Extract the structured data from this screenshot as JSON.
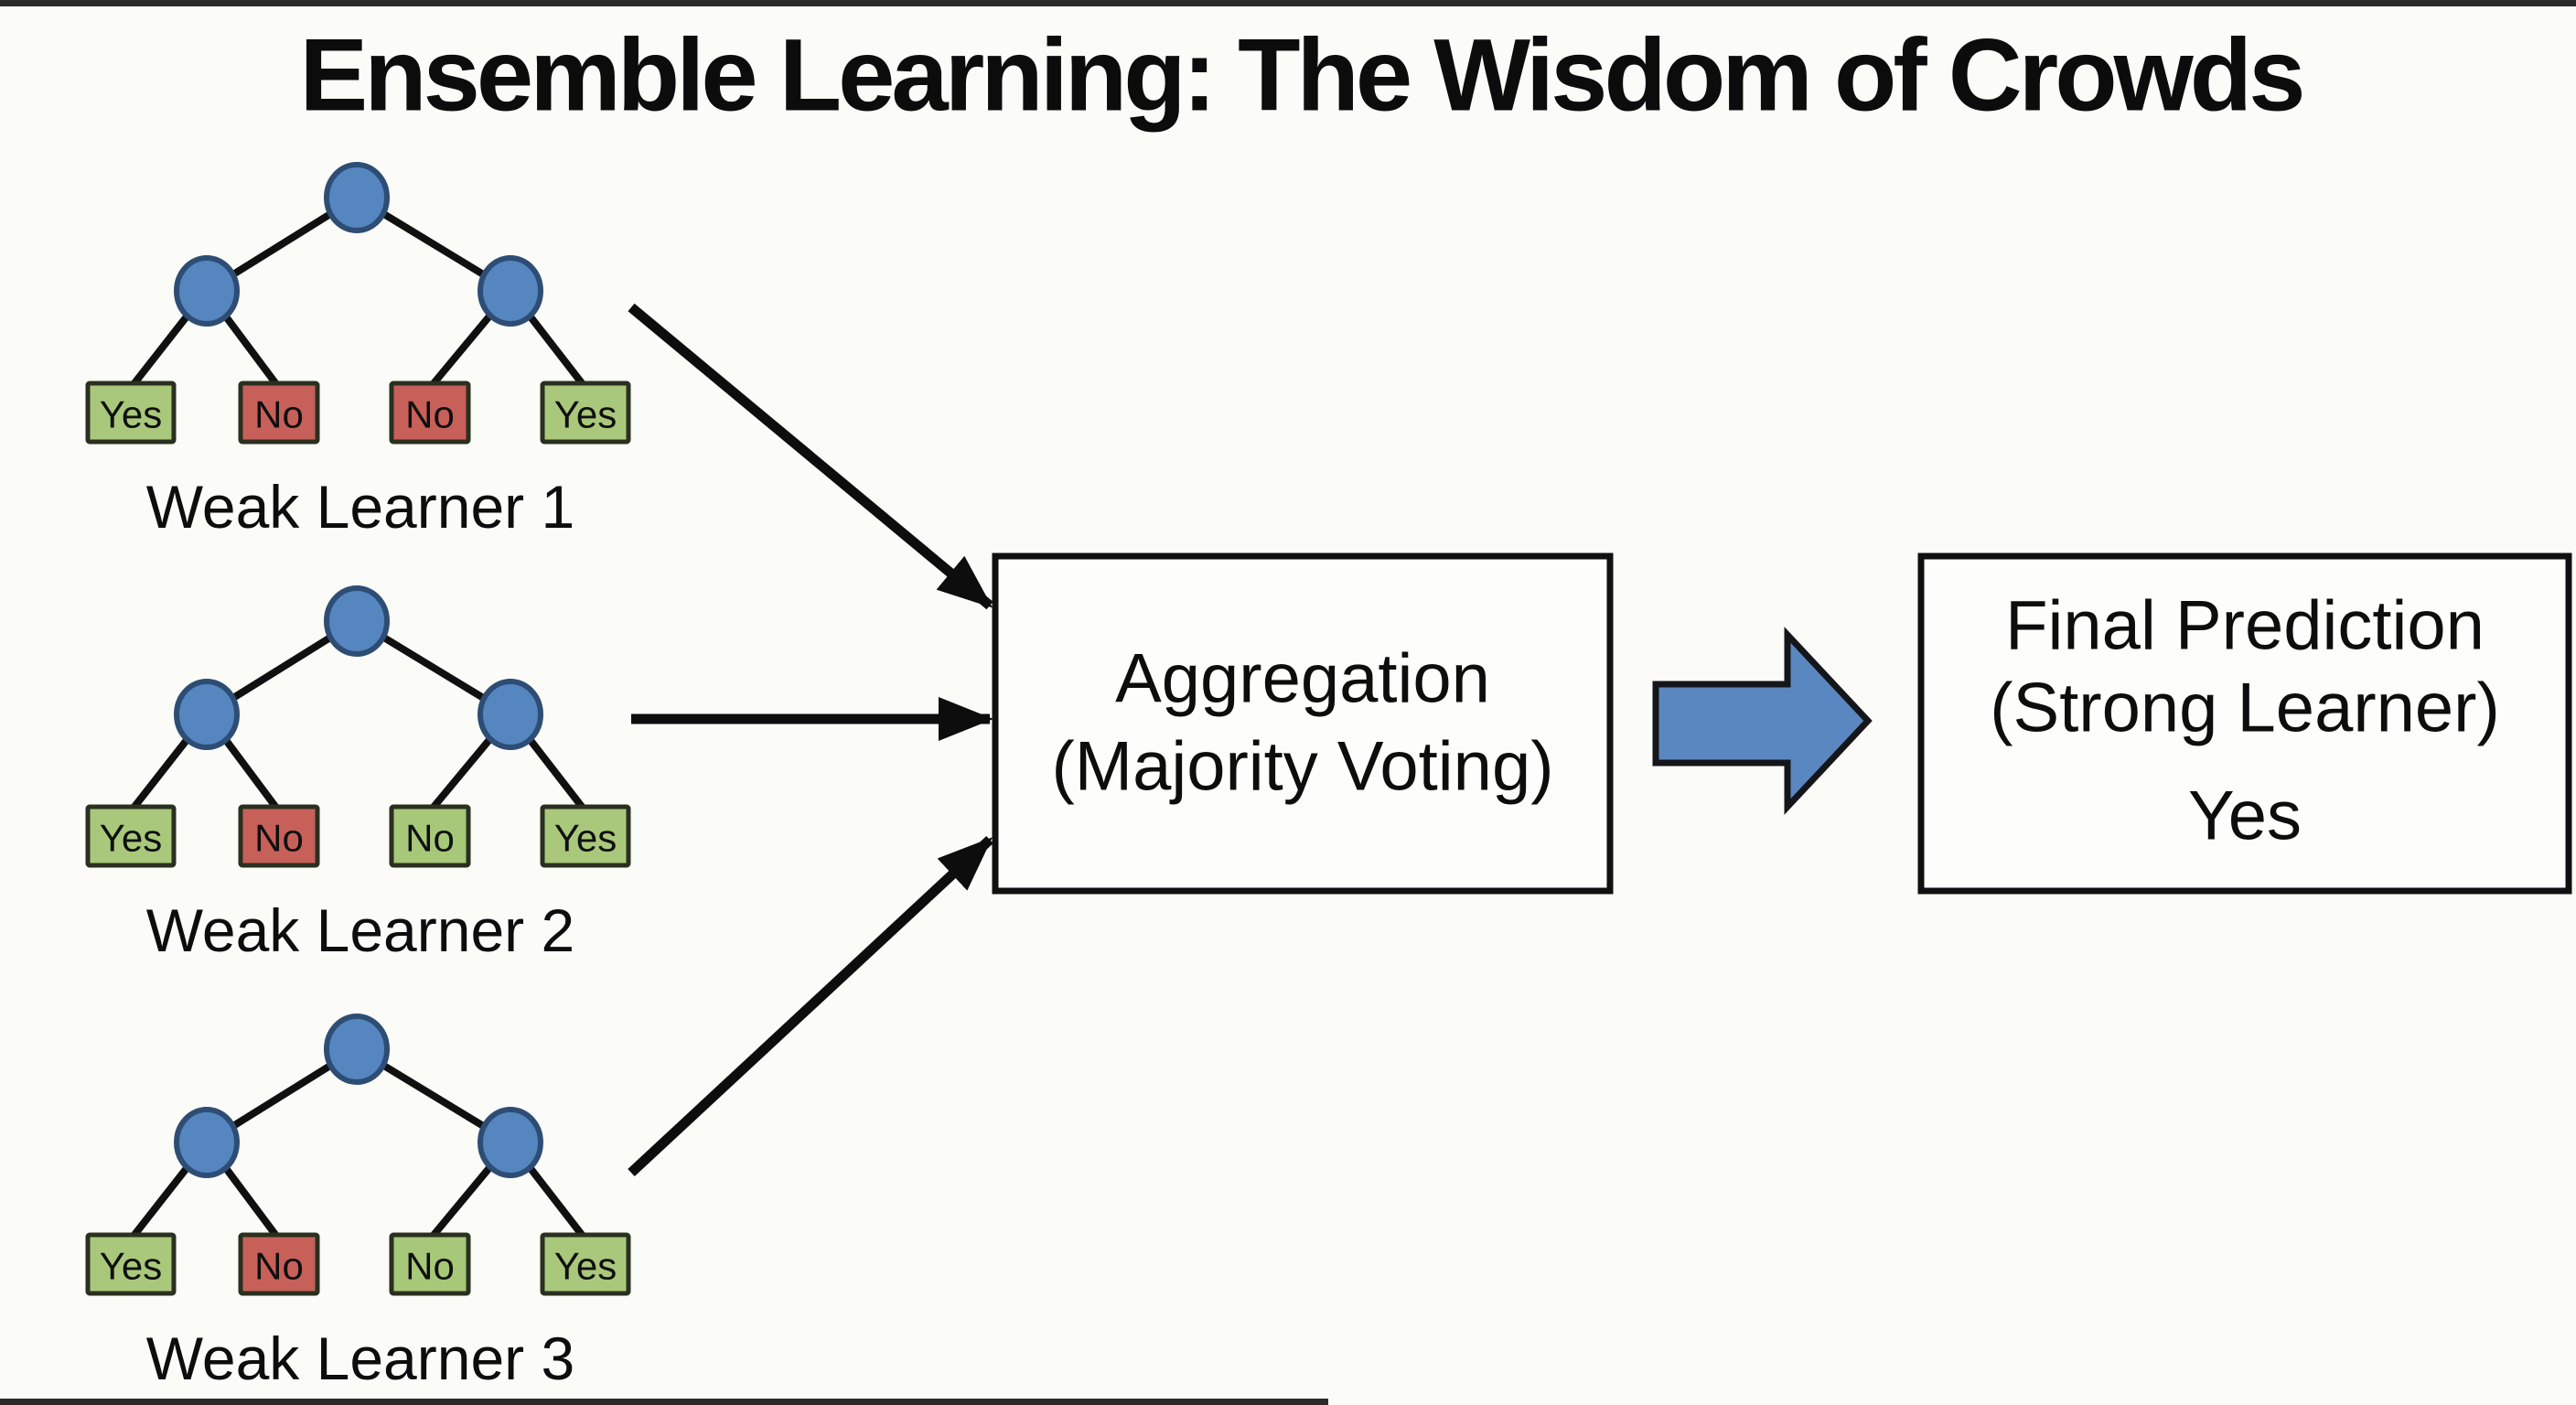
{
  "title": "Ensemble Learning: The Wisdom of Crowds",
  "learners": [
    {
      "label": "Weak Learner 1",
      "leaves": [
        {
          "text": "Yes",
          "fill": "#a9c87b"
        },
        {
          "text": "No",
          "fill": "#c8605a"
        },
        {
          "text": "No",
          "fill": "#c8605a"
        },
        {
          "text": "Yes",
          "fill": "#a9c87b"
        }
      ]
    },
    {
      "label": "Weak Learner 2",
      "leaves": [
        {
          "text": "Yes",
          "fill": "#a9c87b"
        },
        {
          "text": "No",
          "fill": "#c8605a"
        },
        {
          "text": "No",
          "fill": "#a6c878"
        },
        {
          "text": "Yes",
          "fill": "#a9c87b"
        }
      ]
    },
    {
      "label": "Weak Learner 3",
      "leaves": [
        {
          "text": "Yes",
          "fill": "#a9c87b"
        },
        {
          "text": "No",
          "fill": "#c8605a"
        },
        {
          "text": "No",
          "fill": "#a6c878"
        },
        {
          "text": "Yes",
          "fill": "#a9c87b"
        }
      ]
    }
  ],
  "aggregation_box": {
    "line1": "Aggregation",
    "line2": "(Majority Voting)"
  },
  "final_box": {
    "line1": "Final Prediction",
    "line2": "(Strong Learner)",
    "result": "Yes"
  },
  "colors": {
    "node_fill": "#5586c0",
    "node_stroke": "#2e4d74",
    "leaf_yes_green": "#a9c87b",
    "leaf_no_red": "#c8605a",
    "big_arrow_fill": "#5b87c0",
    "background": "#fbfbf8"
  }
}
